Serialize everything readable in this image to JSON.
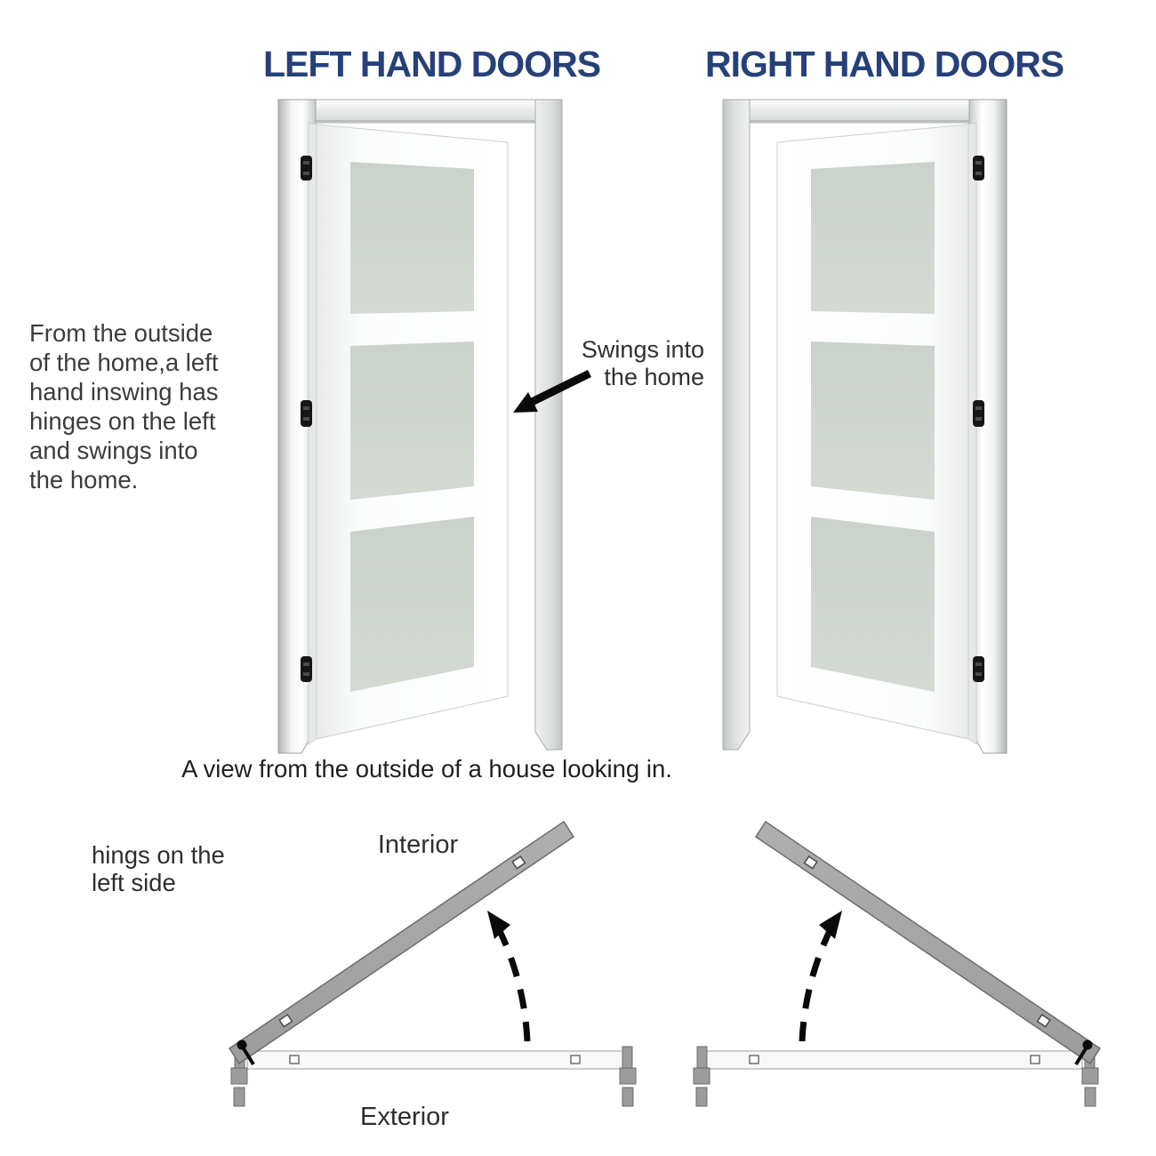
{
  "titles": {
    "left": "LEFT HAND DOORS",
    "right": "RIGHT HAND DOORS"
  },
  "left_note": {
    "lines": [
      "From the outside",
      "of the home,a left",
      "hand inswing has",
      "hinges on the left",
      "and swings into",
      "the home."
    ]
  },
  "swing_annotation": {
    "lines": [
      "Swings into",
      "the home"
    ]
  },
  "caption": "A view from the outside of a house looking in.",
  "bottom_section": {
    "hinge_note": {
      "lines": [
        "hings on the",
        "left side"
      ]
    },
    "interior_label": "Interior",
    "exterior_label": "Exterior"
  },
  "colors": {
    "title_navy": "#26407a",
    "body_text": "#3c3c3c",
    "door_panel_glass": "#ced5ce",
    "frame_grey": "#dfe2e1",
    "open_door_grey": "#a5a6a5",
    "annotation_black": "#0a0a0a"
  }
}
